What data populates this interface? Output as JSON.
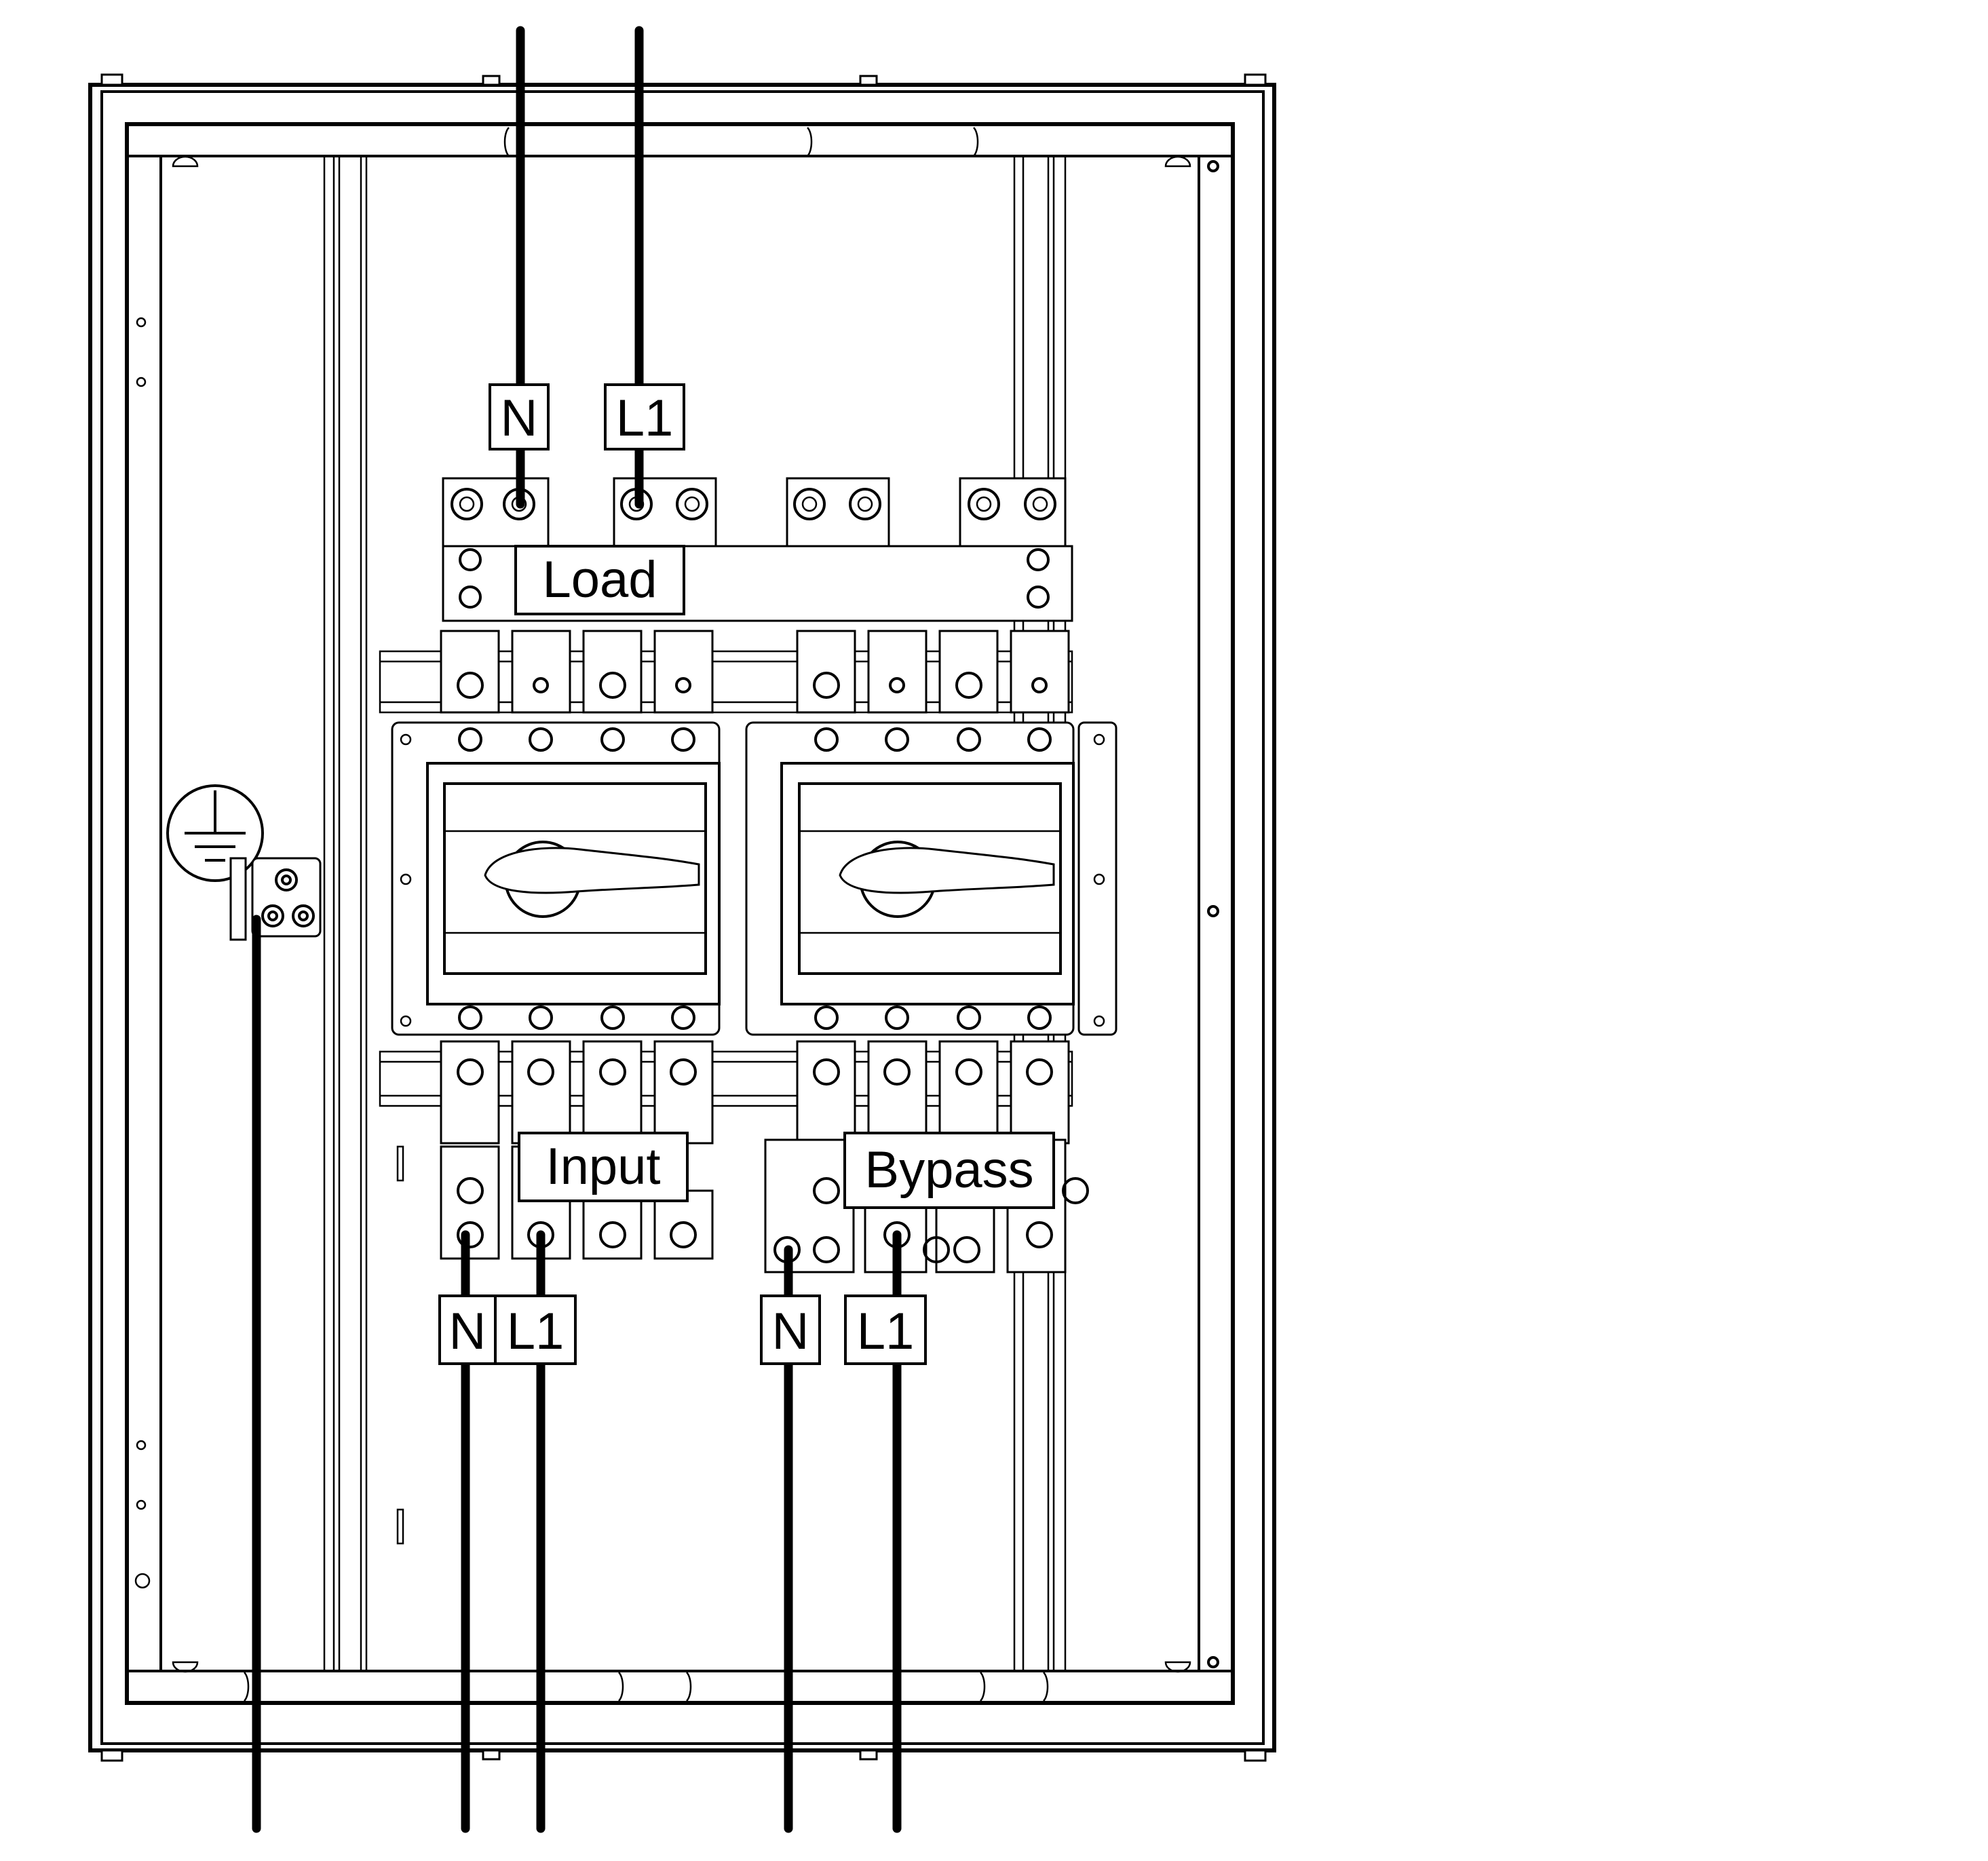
{
  "labels": {
    "load": "Load",
    "input": "Input",
    "bypass": "Bypass",
    "load_n": "N",
    "load_l1": "L1",
    "input_n": "N",
    "input_l1": "L1",
    "bypass_n": "N",
    "bypass_l1": "L1"
  },
  "icons": {
    "ground": "protective-earth-icon"
  }
}
